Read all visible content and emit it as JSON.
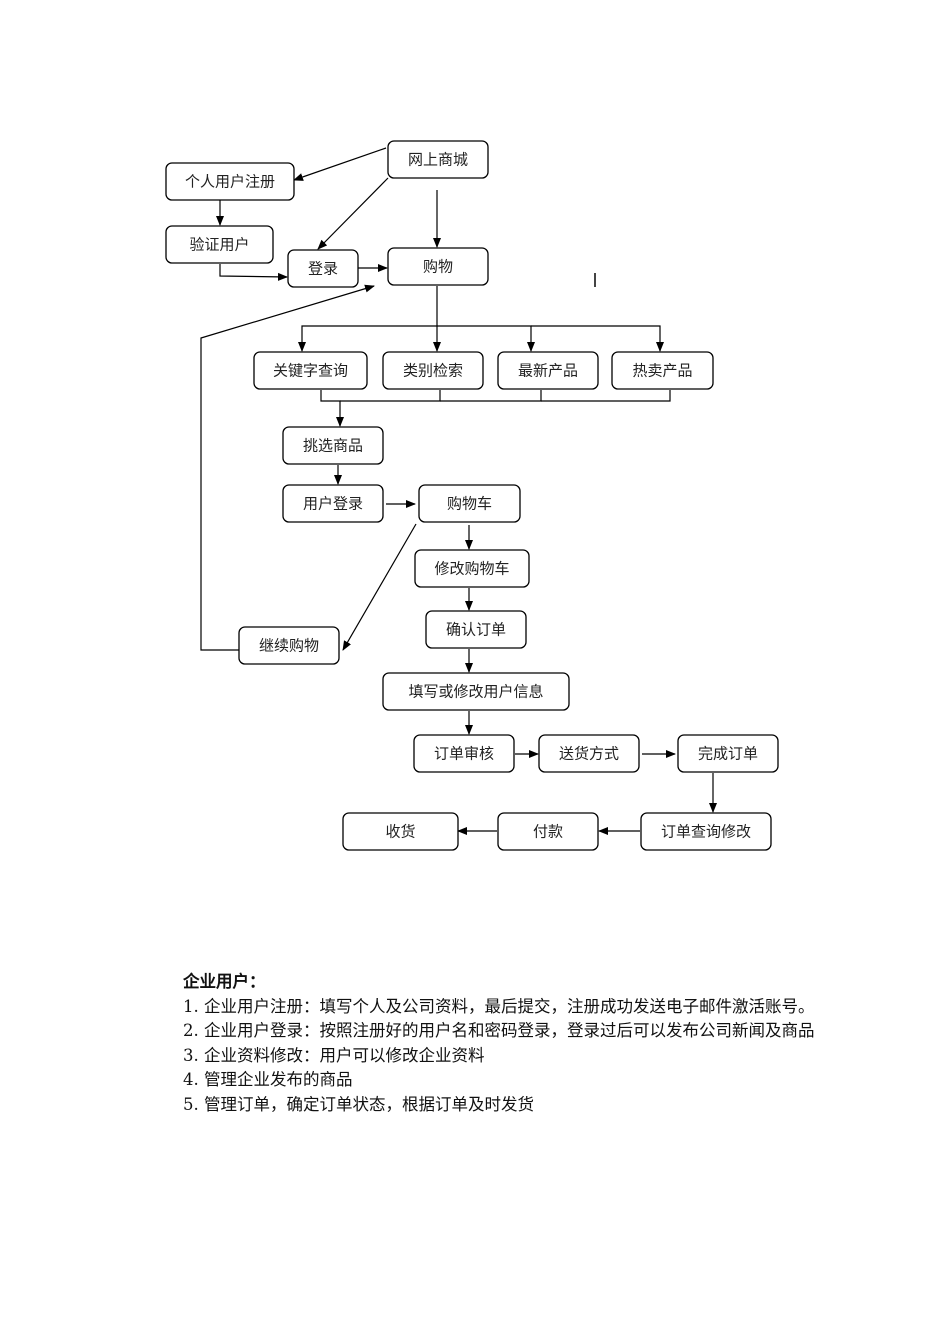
{
  "flowchart": {
    "nodes": [
      {
        "id": "mall",
        "label": "网上商城"
      },
      {
        "id": "register",
        "label": "个人用户注册"
      },
      {
        "id": "verify",
        "label": "验证用户"
      },
      {
        "id": "login",
        "label": "登录"
      },
      {
        "id": "shopping",
        "label": "购物"
      },
      {
        "id": "keyword",
        "label": "关键字查询"
      },
      {
        "id": "category",
        "label": "类别检索"
      },
      {
        "id": "newest",
        "label": "最新产品"
      },
      {
        "id": "hot",
        "label": "热卖产品"
      },
      {
        "id": "select",
        "label": "挑选商品"
      },
      {
        "id": "userlogin",
        "label": "用户登录"
      },
      {
        "id": "cart",
        "label": "购物车"
      },
      {
        "id": "continue",
        "label": "继续购物"
      },
      {
        "id": "editcart",
        "label": "修改购物车"
      },
      {
        "id": "confirm",
        "label": "确认订单"
      },
      {
        "id": "fillinfo",
        "label": "填写或修改用户信息"
      },
      {
        "id": "review",
        "label": "订单审核"
      },
      {
        "id": "delivery",
        "label": "送货方式"
      },
      {
        "id": "complete",
        "label": "完成订单"
      },
      {
        "id": "query",
        "label": "订单查询修改"
      },
      {
        "id": "pay",
        "label": "付款"
      },
      {
        "id": "receive",
        "label": "收货"
      }
    ],
    "edges": [
      [
        "mall",
        "register"
      ],
      [
        "mall",
        "login"
      ],
      [
        "mall",
        "shopping"
      ],
      [
        "register",
        "verify"
      ],
      [
        "verify",
        "login"
      ],
      [
        "login",
        "shopping"
      ],
      [
        "shopping",
        "keyword"
      ],
      [
        "shopping",
        "category"
      ],
      [
        "shopping",
        "newest"
      ],
      [
        "shopping",
        "hot"
      ],
      [
        "keyword",
        "select"
      ],
      [
        "category",
        "select"
      ],
      [
        "newest",
        "select"
      ],
      [
        "hot",
        "select"
      ],
      [
        "select",
        "userlogin"
      ],
      [
        "userlogin",
        "cart"
      ],
      [
        "cart",
        "continue"
      ],
      [
        "continue",
        "shopping"
      ],
      [
        "cart",
        "editcart"
      ],
      [
        "editcart",
        "confirm"
      ],
      [
        "confirm",
        "fillinfo"
      ],
      [
        "fillinfo",
        "review"
      ],
      [
        "review",
        "delivery"
      ],
      [
        "delivery",
        "complete"
      ],
      [
        "complete",
        "query"
      ],
      [
        "query",
        "pay"
      ],
      [
        "pay",
        "receive"
      ]
    ]
  },
  "enterprise": {
    "heading": "企业用户：",
    "items": [
      "1. 企业用户注册：填写个人及公司资料，最后提交，注册成功发送电子邮件激活账号。",
      "2. 企业用户登录：按照注册好的用户名和密码登录，登录过后可以发布公司新闻及商品",
      "3. 企业资料修改：用户可以修改企业资料",
      "4. 管理企业发布的商品",
      "5. 管理订单，确定订单状态，根据订单及时发货"
    ]
  }
}
